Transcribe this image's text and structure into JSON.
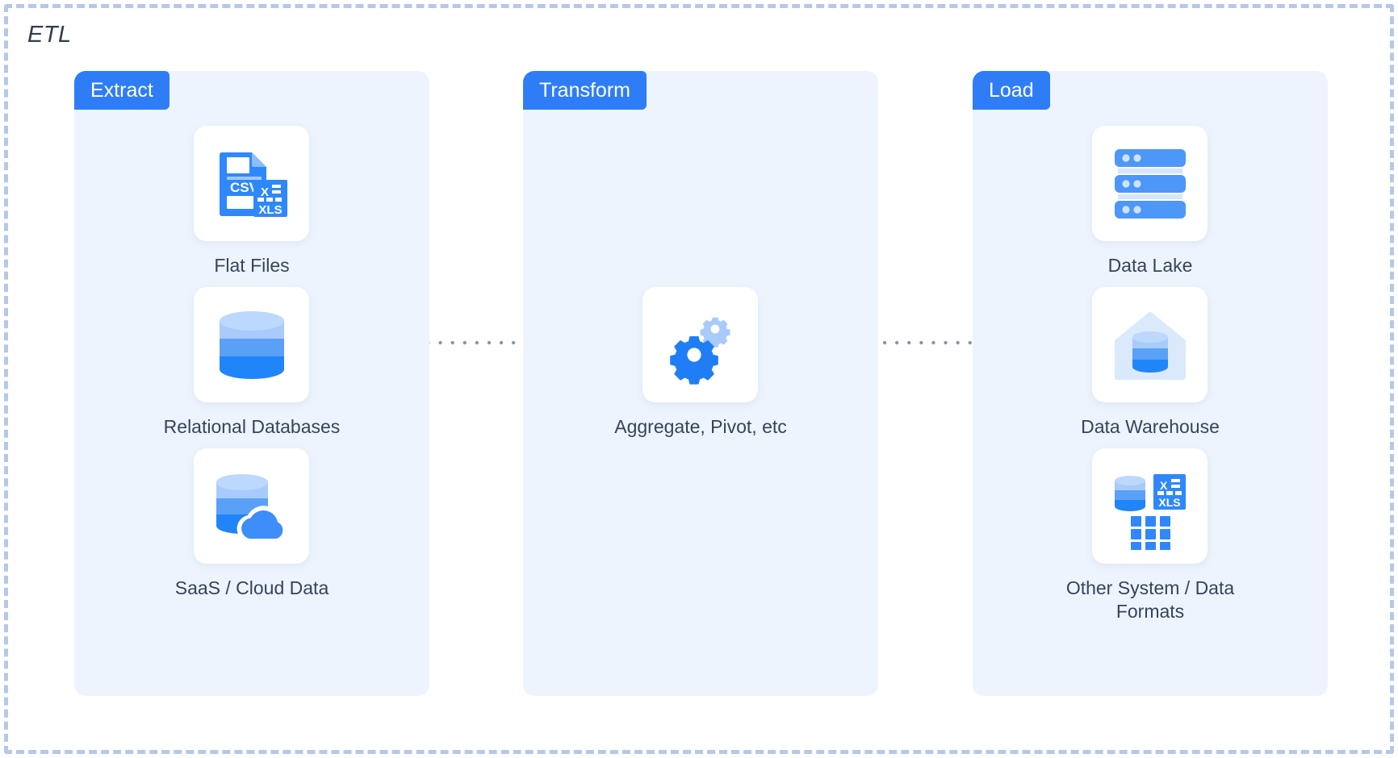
{
  "diagram": {
    "title": "ETL",
    "frame_style": "dashed",
    "frame_color": "#b6c8e8",
    "background": "#ffffff"
  },
  "colors": {
    "badge_blue": "#2f7df6",
    "panel_background": "#edf4fd",
    "tile_background": "#ffffff",
    "label_text": "#36435a",
    "connector": "#8295b4",
    "icon_blue": "#2f88fb",
    "icon_blue_dark": "#1f7ef5",
    "icon_blue_mid": "#5aa0f7",
    "icon_blue_light": "#a9cbfb"
  },
  "stages": [
    {
      "id": "extract",
      "badge": "Extract",
      "nodes": [
        {
          "id": "flat-files",
          "label": "Flat Files",
          "icon": "csv-xls-files-icon"
        },
        {
          "id": "relational-db",
          "label": "Relational Databases",
          "icon": "database-cylinder-icon"
        },
        {
          "id": "saas-cloud",
          "label": "SaaS / Cloud Data",
          "icon": "database-cloud-icon"
        }
      ]
    },
    {
      "id": "transform",
      "badge": "Transform",
      "nodes": [
        {
          "id": "aggregate-pivot",
          "label": "Aggregate, Pivot, etc",
          "icon": "gears-icon"
        }
      ]
    },
    {
      "id": "load",
      "badge": "Load",
      "nodes": [
        {
          "id": "data-lake",
          "label": "Data Lake",
          "icon": "server-stack-icon"
        },
        {
          "id": "data-warehouse",
          "label": "Data Warehouse",
          "icon": "warehouse-database-icon"
        },
        {
          "id": "other-systems",
          "label": "Other System / Data Formats",
          "icon": "mixed-formats-icon"
        }
      ]
    }
  ],
  "connectors": [
    {
      "id": "flat-to-bus",
      "from": "flat-files",
      "to": "extract-bus",
      "style": "dotted",
      "arrow": false
    },
    {
      "id": "rdb-to-bus",
      "from": "relational-db",
      "to": "extract-bus",
      "style": "dotted",
      "arrow": false
    },
    {
      "id": "saas-to-bus",
      "from": "saas-cloud",
      "to": "extract-bus",
      "style": "dotted",
      "arrow": false
    },
    {
      "id": "extract-to-transform",
      "from": "extract-bus",
      "to": "aggregate-pivot",
      "style": "dotted",
      "arrow": true
    },
    {
      "id": "transform-to-load",
      "from": "aggregate-pivot",
      "to": "data-warehouse",
      "style": "dotted",
      "arrow": true
    }
  ]
}
